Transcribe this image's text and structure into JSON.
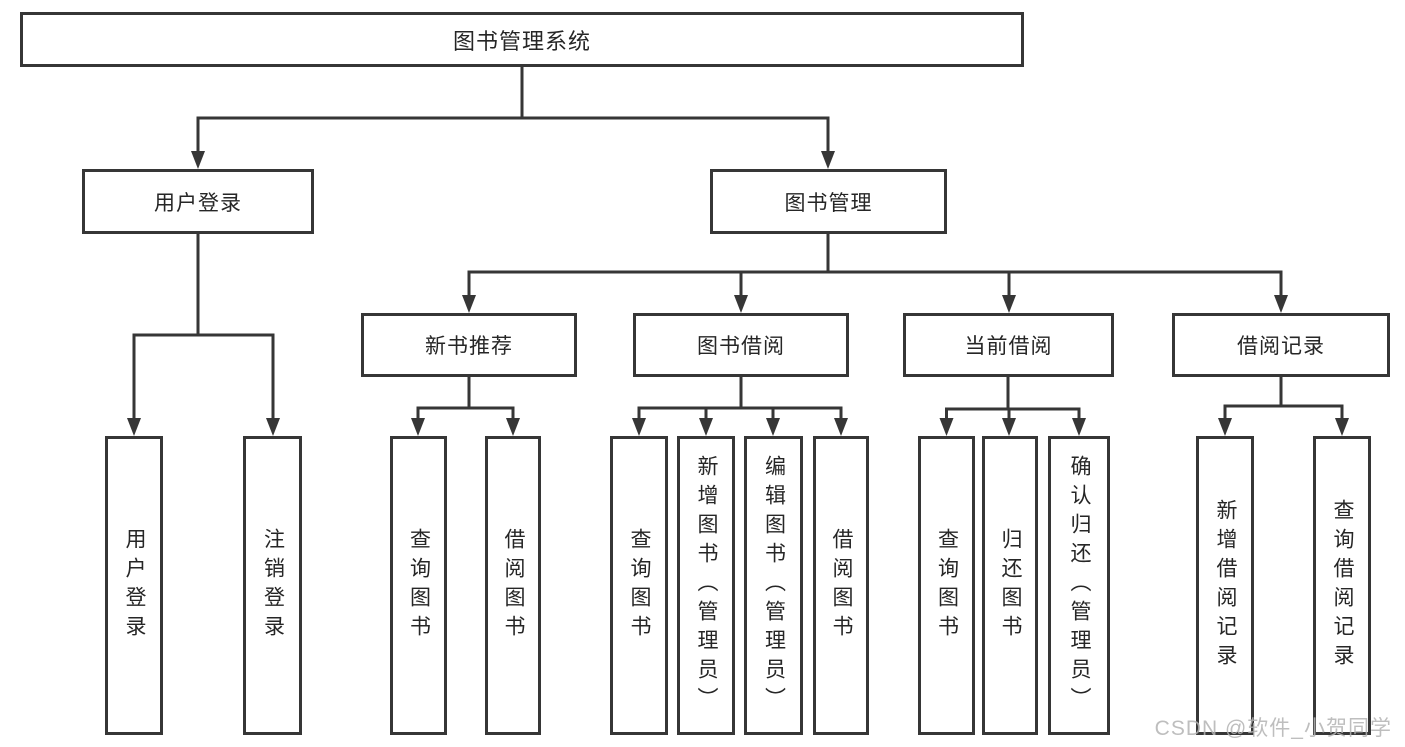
{
  "diagram": {
    "nodes": {
      "root": {
        "label": "图书管理系统"
      },
      "user_login_branch": {
        "label": "用户登录",
        "children": [
          {
            "label": "用户登录"
          },
          {
            "label": "注销登录"
          }
        ]
      },
      "book_mgmt_branch": {
        "label": "图书管理",
        "children": [
          {
            "label": "新书推荐",
            "children": [
              {
                "label": "查询图书"
              },
              {
                "label": "借阅图书"
              }
            ]
          },
          {
            "label": "图书借阅",
            "children": [
              {
                "label": "查询图书"
              },
              {
                "label": "新增图书（管理员）"
              },
              {
                "label": "编辑图书（管理员）"
              },
              {
                "label": "借阅图书"
              }
            ]
          },
          {
            "label": "当前借阅",
            "children": [
              {
                "label": "查询图书"
              },
              {
                "label": "归还图书"
              },
              {
                "label": "确认归还（管理员）"
              }
            ]
          },
          {
            "label": "借阅记录",
            "children": [
              {
                "label": "新增借阅记录"
              },
              {
                "label": "查询借阅记录"
              }
            ]
          }
        ]
      }
    },
    "colors": {
      "line": "#363636",
      "text": "#262626",
      "box_background": "#ffffff",
      "watermark": "#b3b3b3"
    },
    "watermark": "CSDN @软件_小贺同学"
  }
}
